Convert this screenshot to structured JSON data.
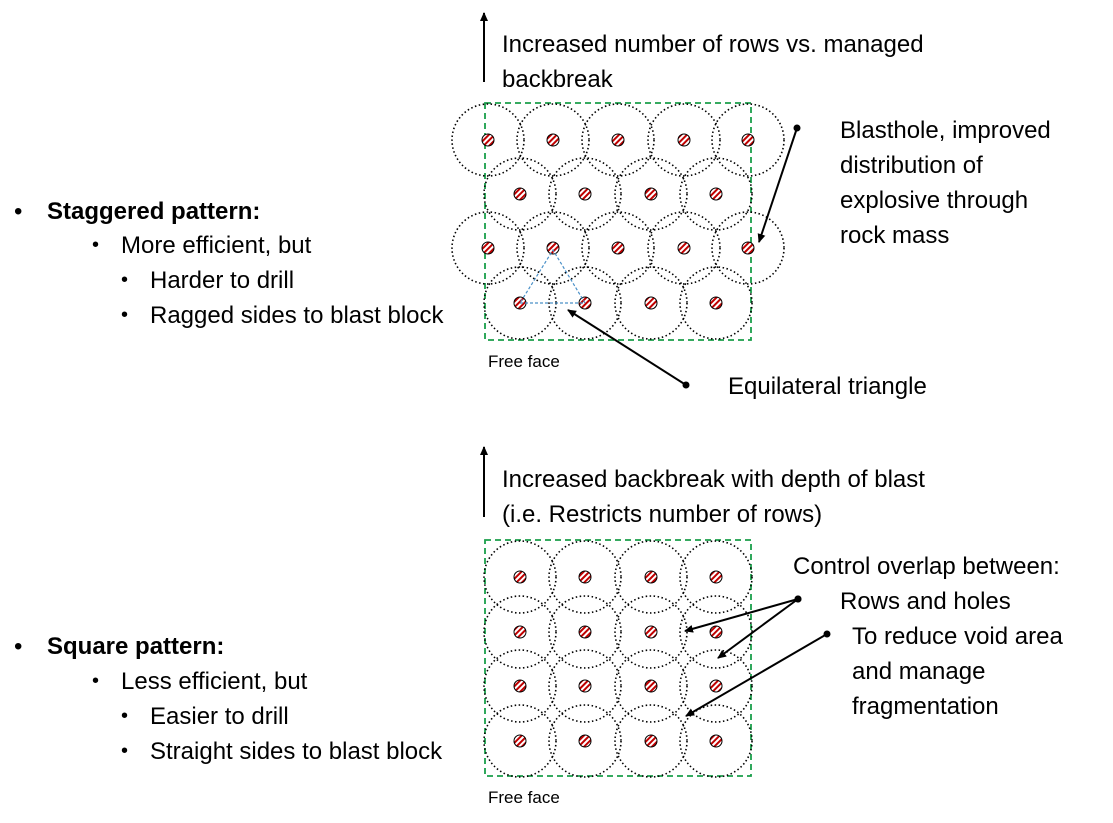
{
  "top": {
    "heading": "Staggered pattern:",
    "line1": "More efficient, but",
    "line2": "Harder to drill",
    "line3": "Ragged sides to blast block",
    "arrow_text_1": "Increased number of rows vs. managed",
    "arrow_text_2": "backbreak",
    "blasthole_1": "Blasthole,  improved",
    "blasthole_2": "distribution of",
    "blasthole_3": "explosive through",
    "blasthole_4": "rock mass",
    "free_face": "Free face",
    "triangle_label": "Equilateral triangle"
  },
  "bottom": {
    "heading": "Square pattern:",
    "line1": "Less efficient, but",
    "line2": "Easier to drill",
    "line3": "Straight sides to blast block",
    "arrow_text_1": "Increased backbreak with depth of blast",
    "arrow_text_2": "(i.e. Restricts number of rows)",
    "control_1": "Control overlap between:",
    "control_2": "Rows and holes",
    "control_3": "To reduce void area",
    "control_4": "and manage",
    "control_5": "fragmentation",
    "free_face": "Free face"
  },
  "colors": {
    "boundary": "#1a9e4a",
    "hole": "#c00000",
    "triangle": "#4a90c8"
  }
}
